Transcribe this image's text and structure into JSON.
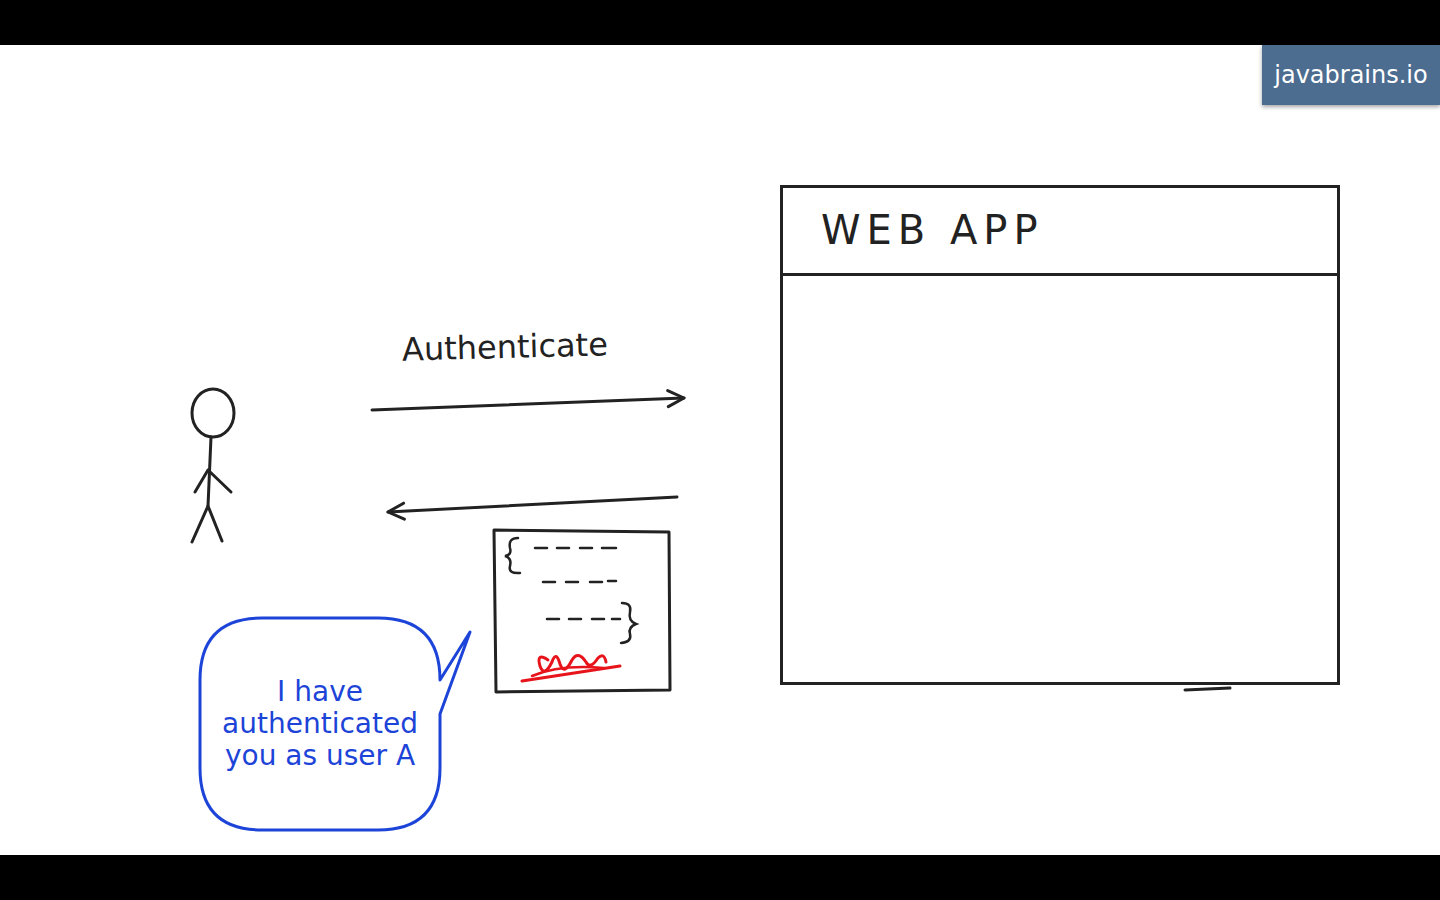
{
  "diagram": {
    "nodes": [
      {
        "text": [
          "WEB APP"
        ]
      },
      {
        "text": [
          "I have authenticated you as user A"
        ]
      }
    ],
    "labels": [
      "Authenticate",
      "javabrains.io"
    ]
  }
}
